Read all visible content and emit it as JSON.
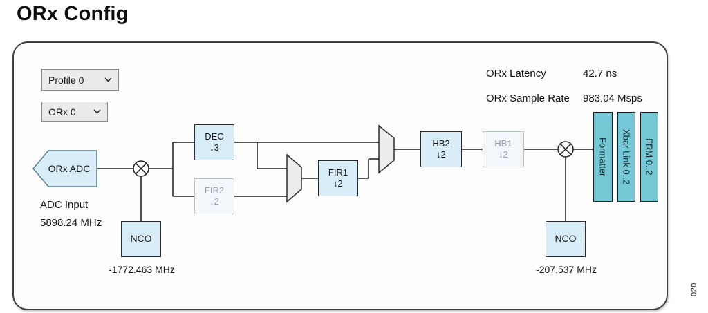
{
  "page": {
    "title": "ORx Config",
    "figure_number": "020"
  },
  "controls": {
    "profile_dropdown": {
      "value": "Profile 0"
    },
    "orx_dropdown": {
      "value": "ORx 0"
    }
  },
  "stats": {
    "latency": {
      "label": "ORx Latency",
      "value": "42.7 ns"
    },
    "sample_rate": {
      "label": "ORx Sample Rate",
      "value": "983.04 Msps"
    }
  },
  "diagram": {
    "adc": {
      "label": "ORx ADC"
    },
    "adc_input": {
      "label": "ADC Input",
      "frequency": "5898.24 MHz"
    },
    "nco1": {
      "label": "NCO",
      "frequency": "-1772.463 MHz"
    },
    "nco2": {
      "label": "NCO",
      "frequency": "-207.537 MHz"
    },
    "dec": {
      "label": "DEC",
      "factor": "↓3",
      "enabled": true
    },
    "fir2": {
      "label": "FIR2",
      "factor": "↓2",
      "enabled": false
    },
    "fir1": {
      "label": "FIR1",
      "factor": "↓2",
      "enabled": true
    },
    "hb2": {
      "label": "HB2",
      "factor": "↓2",
      "enabled": true
    },
    "hb1": {
      "label": "HB1",
      "factor": "↓2",
      "enabled": false
    },
    "formatter": {
      "label": "Formatter"
    },
    "xbar": {
      "label": "Xbar Link 0..2"
    },
    "frm": {
      "label": "FRM 0..2"
    }
  },
  "colors": {
    "block_fill": "#d9edf8",
    "block_border": "#2b2b2b",
    "disabled_fill": "#f1f7fb",
    "disabled_border": "#b9c0c4",
    "disabled_text": "#98a0a6",
    "output_block_fill": "#74c7d4",
    "wire": "#1f1f1f",
    "panel_border": "#3f3f3f"
  }
}
